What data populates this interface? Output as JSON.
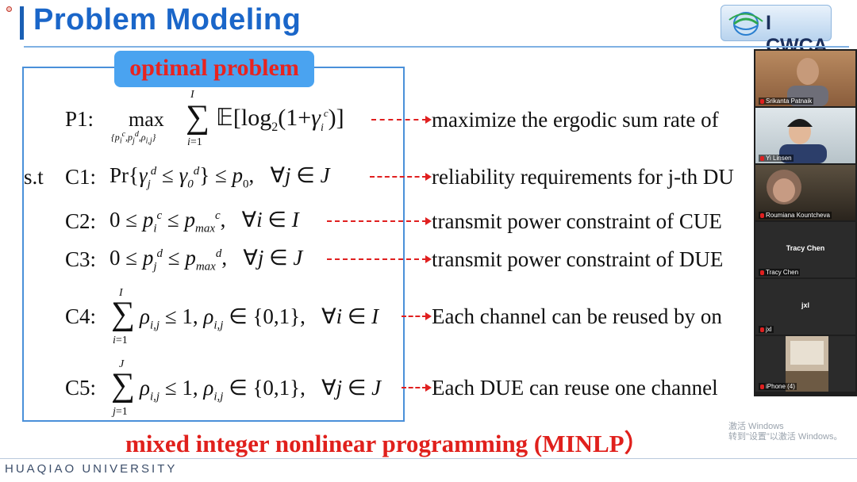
{
  "header": {
    "title": "Problem Modeling",
    "logo_text": "I CWCA"
  },
  "label": "optimal problem",
  "constraints": {
    "p1": {
      "label": "P1:",
      "op": "max",
      "desc": "maximize the ergodic sum rate of"
    },
    "st": "s.t",
    "c1": {
      "label": "C1:",
      "desc": "reliability requirements for j-th DU"
    },
    "c2": {
      "label": "C2:",
      "desc": "transmit power constraint of CUE"
    },
    "c3": {
      "label": "C3:",
      "desc": "transmit power constraint of DUE"
    },
    "c4": {
      "label": "C4:",
      "desc": "Each channel can be reused by on"
    },
    "c5": {
      "label": "C5:",
      "desc": "Each DUE can reuse one channel"
    }
  },
  "footer": {
    "minlp": "mixed  integer nonlinear programming (MINLP）",
    "university": "HUAQIAO UNIVERSITY",
    "watermark_line1": "激活 Windows",
    "watermark_line2": "转到\"设置\"以激活 Windows。"
  },
  "participants": [
    {
      "name": "Srikanta Patnaik",
      "video": true
    },
    {
      "name": "Yi Linsen",
      "video": true
    },
    {
      "name": "Roumiana Kountcheva",
      "video": true
    },
    {
      "name": "Tracy Chen",
      "video": false,
      "display": "Tracy Chen"
    },
    {
      "name": "jxl",
      "video": false,
      "display": "jxl"
    },
    {
      "name": "iPhone (4)",
      "video": true
    }
  ],
  "colors": {
    "title": "#1a66c9",
    "accent_red": "#e0201c",
    "frame": "#4a90d9",
    "label_bg": "#4aa3f0"
  }
}
